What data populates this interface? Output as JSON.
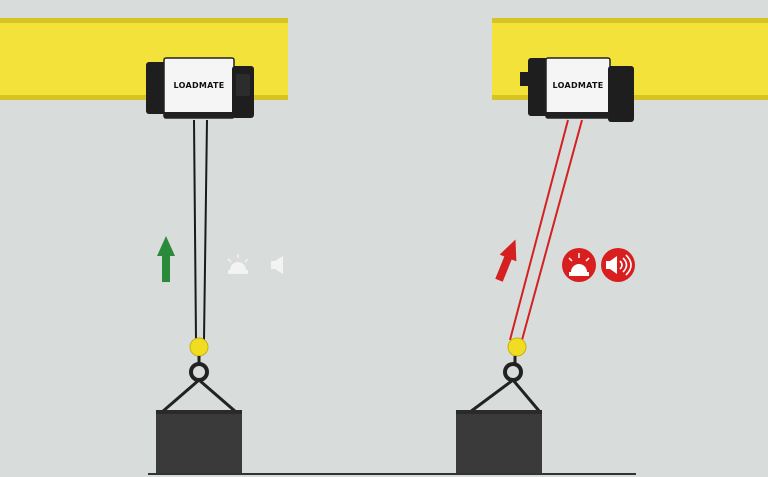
{
  "hoists": [
    {
      "brand": "LOADMATE",
      "status": "normal",
      "rope_color": "#1a1a1a",
      "arrow_color": "#2a8a3a",
      "indicator_color": "#f3f3f3",
      "alarm_active": false
    },
    {
      "brand": "LOADMATE",
      "status": "angled-pull",
      "rope_color": "#d42020",
      "arrow_color": "#d42020",
      "indicator_color": "#d81e1e",
      "alarm_active": true
    }
  ],
  "icons": {
    "alarm": "siren-icon",
    "sound": "speaker-icon",
    "direction": "up-arrow-icon"
  },
  "colors": {
    "background": "#d8dcda",
    "beam": "#f2e23a",
    "beam_shadow": "#d6c425",
    "hook_block": "#f0dc20",
    "load": "#3a3a3a",
    "floor": "#333333"
  }
}
